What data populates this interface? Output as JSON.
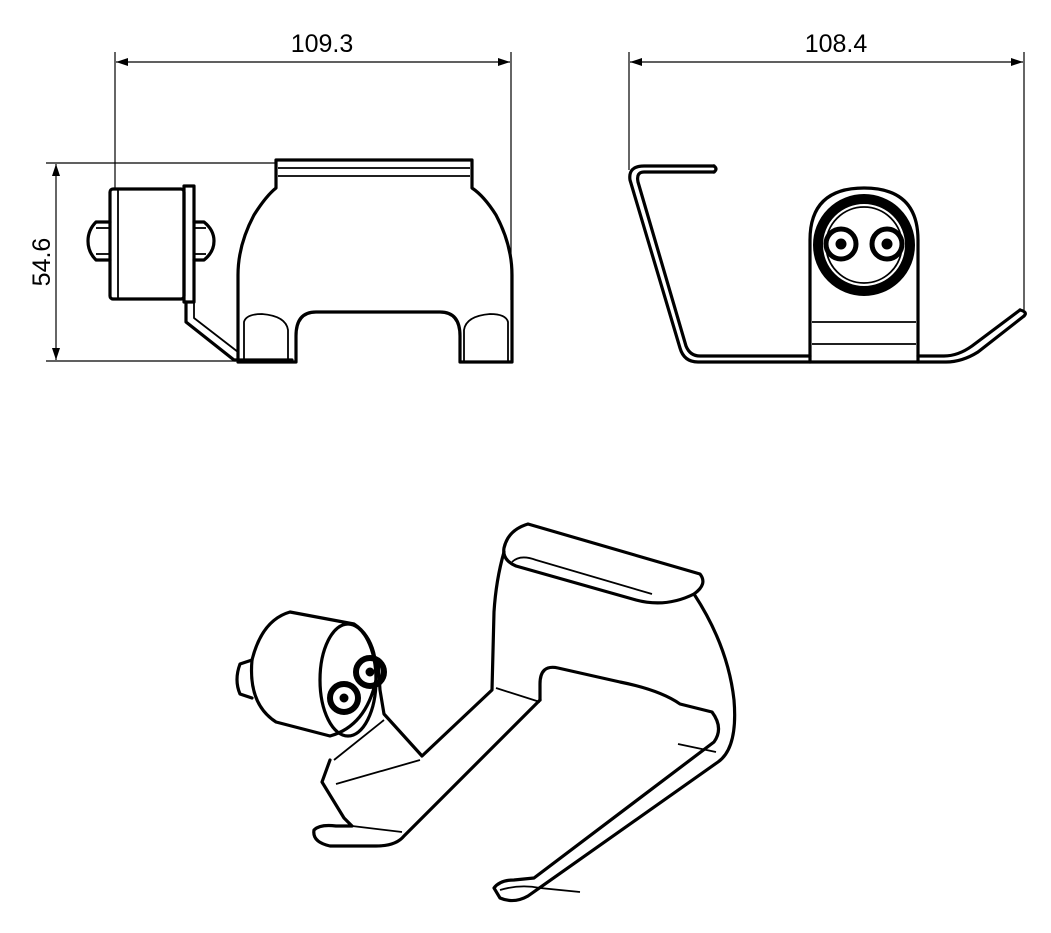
{
  "dimensions": {
    "front_width": "109.3",
    "side_width": "108.4",
    "height": "54.6"
  }
}
